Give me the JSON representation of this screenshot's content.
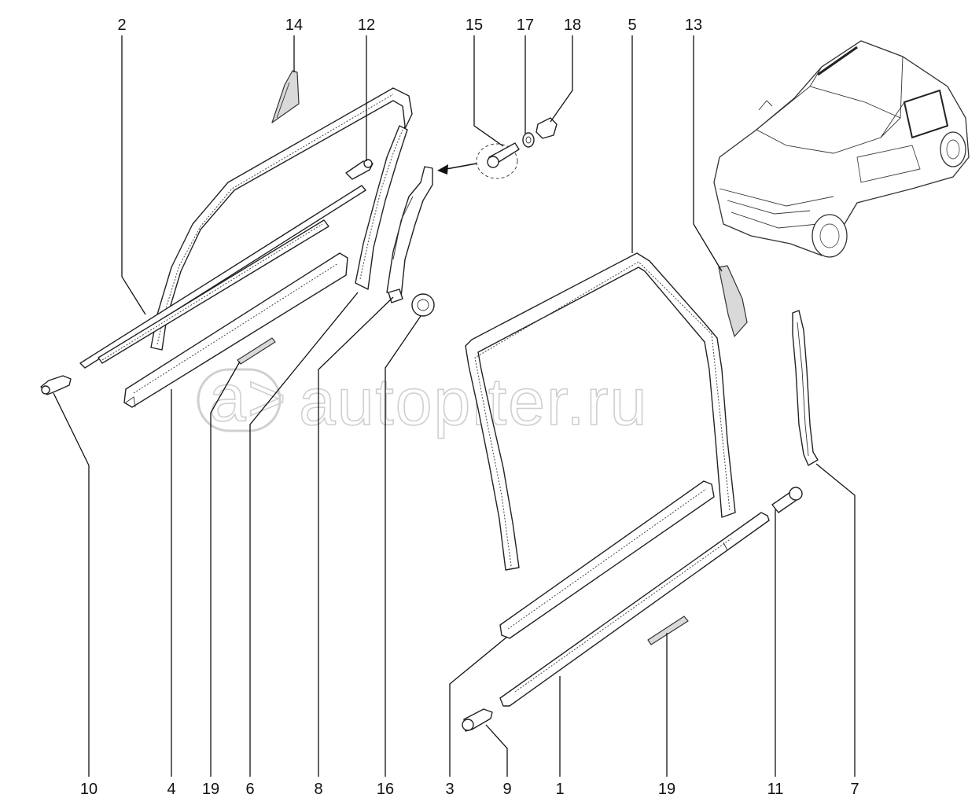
{
  "callouts": {
    "top": [
      "2",
      "14",
      "12",
      "15",
      "17",
      "18",
      "5",
      "13"
    ],
    "bottom": [
      "10",
      "4",
      "19",
      "6",
      "8",
      "16",
      "3",
      "9",
      "1",
      "19",
      "11",
      "7"
    ]
  },
  "watermark": {
    "logo_glyph": "a>",
    "text": "autopiter.ru"
  },
  "icons": {
    "vehicle": "car-outline-icon",
    "watermark_logo": "autopiter-logo-icon"
  }
}
